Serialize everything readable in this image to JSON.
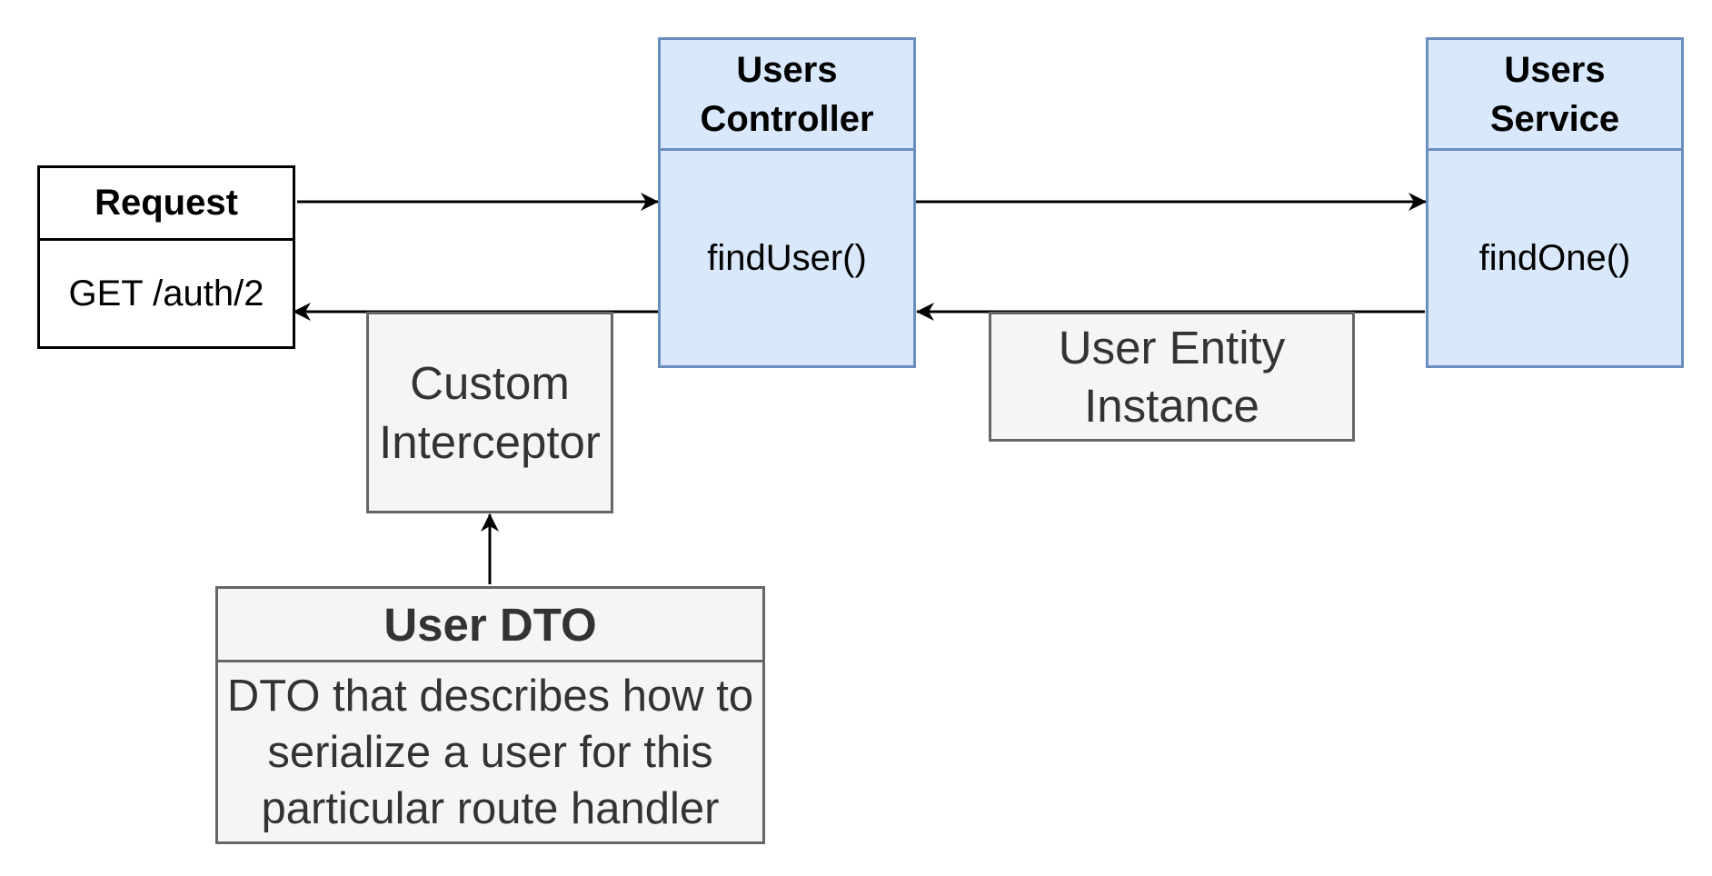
{
  "request": {
    "title": "Request",
    "body": "GET /auth/2"
  },
  "controller": {
    "title": "Users Controller",
    "method": "findUser()"
  },
  "service": {
    "title": "Users Service",
    "method": "findOne()"
  },
  "interceptor": {
    "label": "Custom Interceptor"
  },
  "entity": {
    "label": "User Entity Instance"
  },
  "dto": {
    "title": "User DTO",
    "body": "DTO that describes how to serialize a user for this particular route handler"
  },
  "colors": {
    "blue_fill": "#dae8fc",
    "blue_stroke": "#6c8ebf",
    "gray_fill": "#f5f5f5",
    "gray_stroke": "#666666",
    "line": "#000000"
  }
}
